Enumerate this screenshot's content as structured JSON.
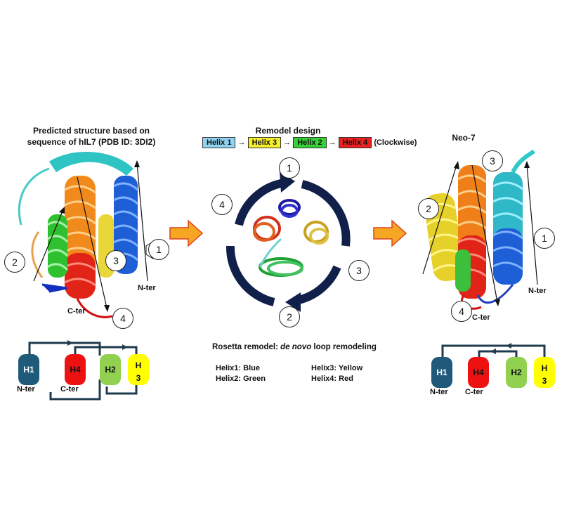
{
  "left": {
    "title_line1": "Predicted structure based on",
    "title_line2": "sequence of hIL7 (PDB ID: 3DI2)",
    "n_ter": "N-ter",
    "c_ter": "C-ter",
    "markers": [
      "1",
      "2",
      "3",
      "4"
    ],
    "topology": {
      "h1": "H1",
      "h4": "H4",
      "h2": "H2",
      "h3_a": "H",
      "h3_b": "3",
      "n_ter": "N-ter",
      "c_ter": "C-ter"
    }
  },
  "center": {
    "title": "Remodel design",
    "order": [
      {
        "label": "Helix 1",
        "color": "#8fd3f0"
      },
      {
        "label": "Helix 3",
        "color": "#f5ee2a"
      },
      {
        "label": "Helix 2",
        "color": "#35d235"
      },
      {
        "label": "Helix 4",
        "color": "#e82020"
      }
    ],
    "order_suffix": "(Clockwise)",
    "markers": [
      "1",
      "2",
      "3",
      "4"
    ],
    "rosetta_prefix": "Rosetta remodel: ",
    "rosetta_italic": "de novo",
    "rosetta_suffix": " loop remodeling",
    "legend": [
      {
        "text": "Helix1: Blue"
      },
      {
        "text": "Helix3: Yellow"
      },
      {
        "text": "Helix2: Green"
      },
      {
        "text": "Helix4: Red"
      }
    ]
  },
  "right": {
    "title": "Neo-7",
    "n_ter": "N-ter",
    "c_ter": "C-ter",
    "markers": [
      "1",
      "2",
      "3",
      "4"
    ],
    "topology": {
      "h1": "H1",
      "h4": "H4",
      "h2": "H2",
      "h3_a": "H",
      "h3_b": "3",
      "n_ter": "N-ter",
      "c_ter": "C-ter"
    }
  },
  "colors": {
    "blue": "#1f4e79",
    "red": "#e21414",
    "green": "#92d050",
    "yellow": "#ffff00",
    "arrow_orange": "#f5a623",
    "navy": "#10204a"
  }
}
